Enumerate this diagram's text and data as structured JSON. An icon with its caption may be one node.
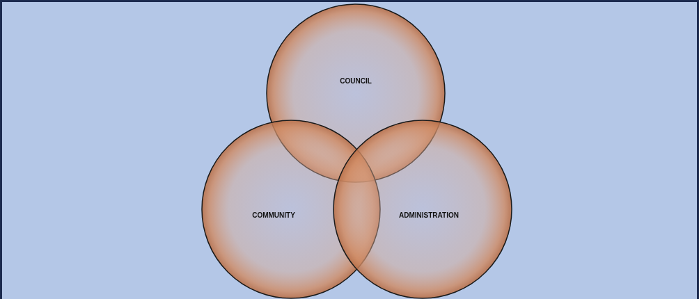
{
  "diagram": {
    "nodes": [
      {
        "text": [
          "COUNCIL"
        ]
      },
      {
        "text": [
          "COMMUNITY"
        ]
      },
      {
        "text": [
          "ADMINISTRATION"
        ]
      }
    ],
    "edges": []
  }
}
